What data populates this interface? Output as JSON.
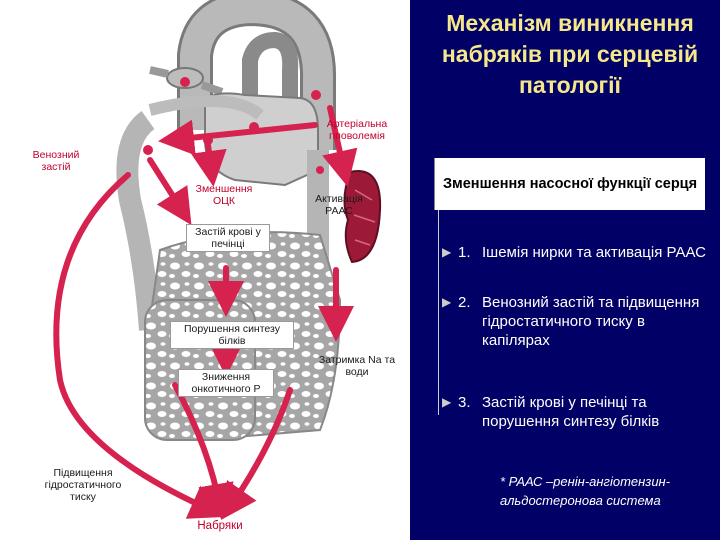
{
  "slide": {
    "title": "Механізм виникнення набряків при серцевій патології",
    "subtitle": "Зменшення насосної функції серця",
    "items": [
      {
        "number": "1.",
        "text": "Ішемія нирки та активація РААС"
      },
      {
        "number": "2.",
        "text": "Венозний застій та підвищення гідростатичного тиску в капілярах"
      },
      {
        "number": "3.",
        "text": "Застій крові у печінці та порушення синтезу білків"
      }
    ],
    "footnote": "* РААС –ренін-ангіотензин-альдостеронова система"
  },
  "diagram": {
    "labels": {
      "arterial": "Артеріальна гіповолемія",
      "venous": "Венозний застій",
      "ock": "Зменшення ОЦК",
      "raas": "Активація РААС",
      "liver": "Застій крові у печінці",
      "protein": "Порушення синтезу білків",
      "oncotic": "Зниження онкотичного Р",
      "retention": "Затримка Na та води",
      "hydrostatic": "Підвищення гідростатичного тиску",
      "edema": "Набряки"
    },
    "colors": {
      "arrow": "#d6224e",
      "label": "#c2002b",
      "vessel": "#a8a8a8",
      "background": "#000066",
      "title": "#f5e88a"
    }
  }
}
